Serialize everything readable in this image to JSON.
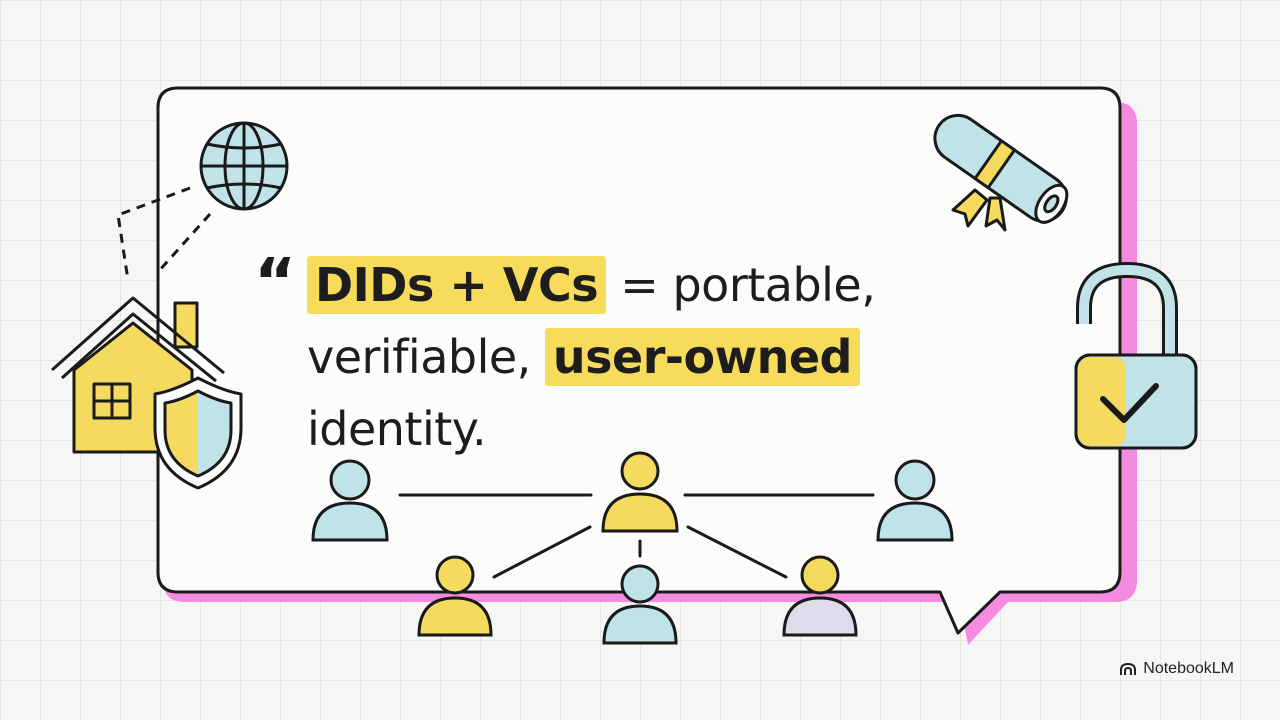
{
  "quote": {
    "mark": "“",
    "line1_highlight": "DIDs + VCs",
    "line1_rest": " = portable,",
    "line2_plain": "verifiable, ",
    "line2_highlight": "user-owned",
    "line3": "identity."
  },
  "branding": {
    "label": "NotebookLM",
    "icon": "notebooklm-logo-icon"
  },
  "colors": {
    "highlight": "#f7dc5c",
    "accent_shadow": "#f48be0",
    "sketch_yellow": "#f5da60",
    "sketch_blue": "#bfe3e8",
    "ink": "#1d1d1d"
  },
  "icons": [
    "globe-icon",
    "house-icon",
    "shield-icon",
    "diploma-icon",
    "padlock-icon",
    "checkmark-icon",
    "person-icon"
  ]
}
